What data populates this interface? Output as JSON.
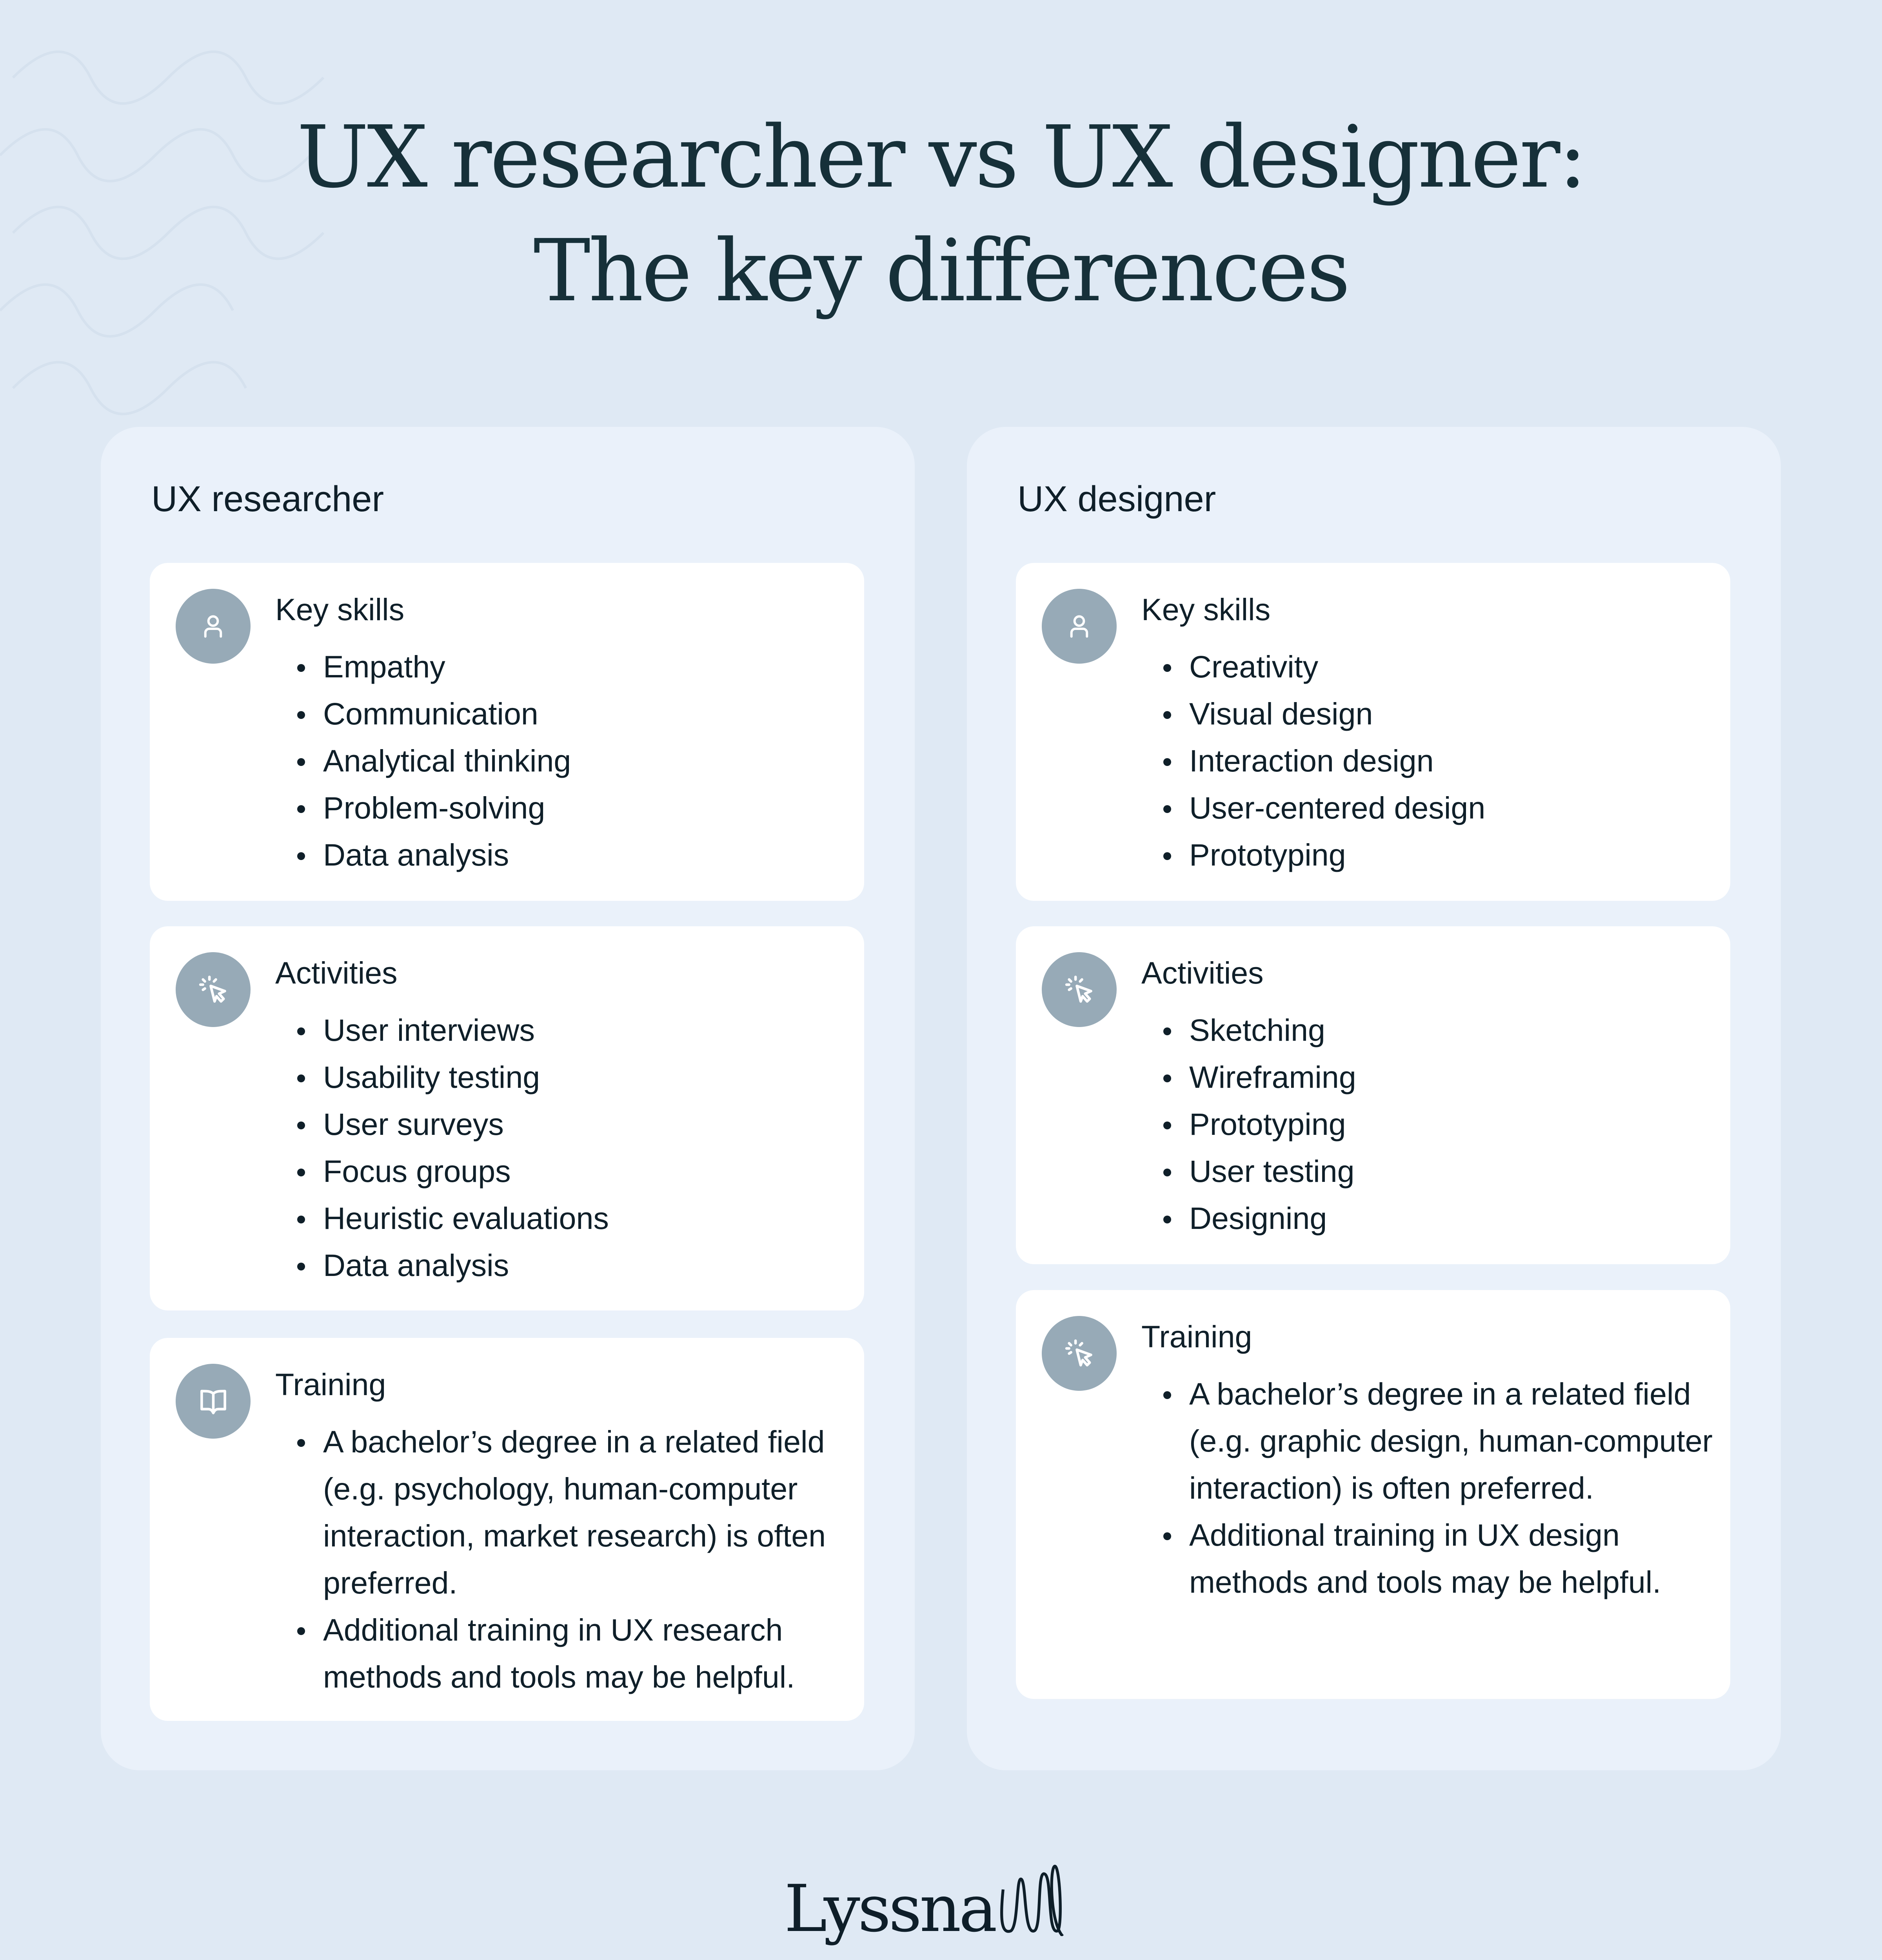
{
  "header": {
    "title_line1": "UX researcher vs UX designer:",
    "title_line2": "The key differences"
  },
  "colors": {
    "background": "#dfe9f4",
    "panel": "#eaf1fa",
    "card": "#ffffff",
    "icon_circle": "#97aab7",
    "text": "#0f1f29",
    "title": "#163039"
  },
  "columns": [
    {
      "title": "UX researcher",
      "cards": [
        {
          "icon": "user-icon",
          "title": "Key skills",
          "items": [
            "Empathy",
            "Communication",
            "Analytical thinking",
            "Problem-solving",
            "Data analysis"
          ]
        },
        {
          "icon": "cursor-click-icon",
          "title": "Activities",
          "items": [
            "User interviews",
            "Usability testing",
            "User surveys",
            "Focus groups",
            "Heuristic evaluations",
            "Data analysis"
          ]
        },
        {
          "icon": "book-icon",
          "title": "Training",
          "items": [
            "A bachelor’s degree in a related field (e.g. psychology, human-computer interaction, market research) is often preferred.",
            "Additional training in UX research methods and tools may be helpful."
          ]
        }
      ]
    },
    {
      "title": "UX designer",
      "cards": [
        {
          "icon": "user-icon",
          "title": "Key skills",
          "items": [
            "Creativity",
            "Visual design",
            "Interaction design",
            "User-centered design",
            "Prototyping"
          ]
        },
        {
          "icon": "cursor-click-icon",
          "title": "Activities",
          "items": [
            "Sketching",
            "Wireframing",
            "Prototyping",
            "User testing",
            "Designing"
          ]
        },
        {
          "icon": "cursor-click-icon",
          "title": "Training",
          "items": [
            "A bachelor’s degree in a related field (e.g. graphic design, human-computer interaction) is often preferred.",
            "Additional training in UX design methods and tools may be helpful."
          ]
        }
      ]
    }
  ],
  "footer": {
    "logo": "Lyssna"
  }
}
